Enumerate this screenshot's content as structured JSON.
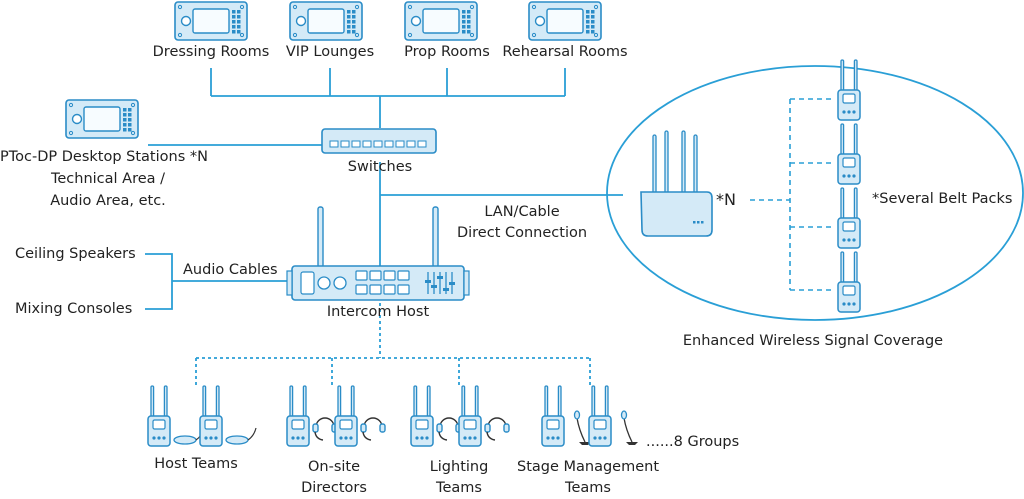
{
  "colors": {
    "line": "#2a9fd6",
    "device_fill": "#d4eaf7",
    "device_stroke": "#2a8cc7",
    "screen": "#f7fcff",
    "text": "#222222"
  },
  "panels": [
    "Dressing Rooms",
    "VIP Lounges",
    "Prop Rooms",
    "Rehearsal Rooms"
  ],
  "desktop": {
    "line1": "PToc-DP Desktop Stations *N",
    "line2": "Technical Area /",
    "line3": "Audio Area, etc."
  },
  "switch_label": "Switches",
  "host_label": "Intercom Host",
  "lan_label": "LAN/Cable\nDirect Connection",
  "audio": {
    "ceiling": "Ceiling Speakers",
    "mixing": "Mixing Consoles",
    "cables": "Audio Cables"
  },
  "wireless": {
    "router_multiplier": "*N",
    "beltpacks": "*Several Belt Packs",
    "coverage": "Enhanced Wireless Signal Coverage"
  },
  "teams": [
    "Host Teams",
    "On-site\nDirectors",
    "Lighting\nTeams",
    "Stage Management\nTeams"
  ],
  "groups": "......8 Groups"
}
